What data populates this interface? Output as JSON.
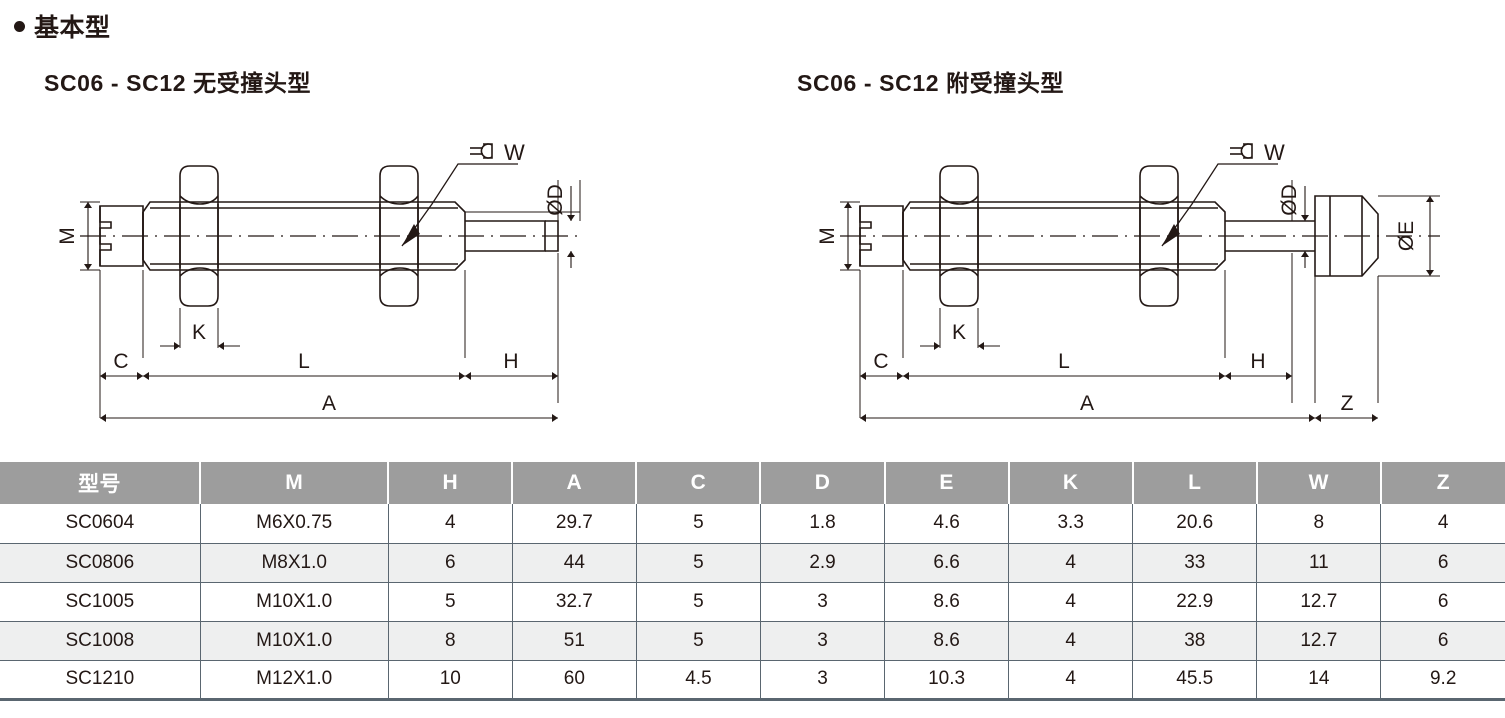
{
  "section": {
    "bullet_label": "基本型"
  },
  "drawings": [
    {
      "id": "left",
      "title": "SC06  - SC12  无受撞头型",
      "labels": {
        "m": "M",
        "k": "K",
        "c": "C",
        "l": "L",
        "h": "H",
        "a": "A",
        "w": "W",
        "d": "ØD"
      }
    },
    {
      "id": "right",
      "title": "SC06  - SC12  附受撞头型",
      "labels": {
        "m": "M",
        "k": "K",
        "c": "C",
        "l": "L",
        "h": "H",
        "a": "A",
        "w": "W",
        "d": "ØD",
        "e": "ØE",
        "z": "Z"
      }
    }
  ],
  "table": {
    "headers": [
      "型号",
      "M",
      "H",
      "A",
      "C",
      "D",
      "E",
      "K",
      "L",
      "W",
      "Z"
    ],
    "rows": [
      [
        "SC0604",
        "M6X0.75",
        "4",
        "29.7",
        "5",
        "1.8",
        "4.6",
        "3.3",
        "20.6",
        "8",
        "4"
      ],
      [
        "SC0806",
        "M8X1.0",
        "6",
        "44",
        "5",
        "2.9",
        "6.6",
        "4",
        "33",
        "11",
        "6"
      ],
      [
        "SC1005",
        "M10X1.0",
        "5",
        "32.7",
        "5",
        "3",
        "8.6",
        "4",
        "22.9",
        "12.7",
        "6"
      ],
      [
        "SC1008",
        "M10X1.0",
        "8",
        "51",
        "5",
        "3",
        "8.6",
        "4",
        "38",
        "12.7",
        "6"
      ],
      [
        "SC1210",
        "M12X1.0",
        "10",
        "60",
        "4.5",
        "3",
        "10.3",
        "4",
        "45.5",
        "14",
        "9.2"
      ]
    ]
  },
  "colors": {
    "ink": "#231815",
    "header_bg": "#9d9d9d",
    "alt_row": "#eeefef",
    "grid": "#5a6670"
  }
}
